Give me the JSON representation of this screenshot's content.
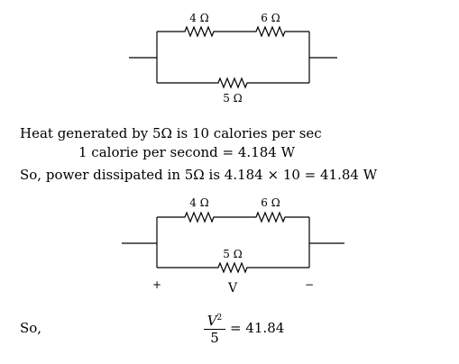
{
  "circuit1": {
    "r_top_left": "4 Ω",
    "r_top_right": "6 Ω",
    "r_bottom": "5 Ω"
  },
  "text": {
    "line1": "Heat generated by 5Ω is 10 calories per sec",
    "line2": "1 calorie per second = 4.184 W",
    "line3": "So, power dissipated in 5Ω is 4.184 × 10 = 41.84 W"
  },
  "circuit2": {
    "r_top_left": "4 Ω",
    "r_top_right": "6 Ω",
    "r_bottom": "5 Ω",
    "plus": "+",
    "voltage": "V",
    "minus": "−"
  },
  "equation": {
    "prefix": "So,",
    "numerator": "V",
    "exponent": "2",
    "denominator": "5",
    "rhs": "= 41.84"
  }
}
